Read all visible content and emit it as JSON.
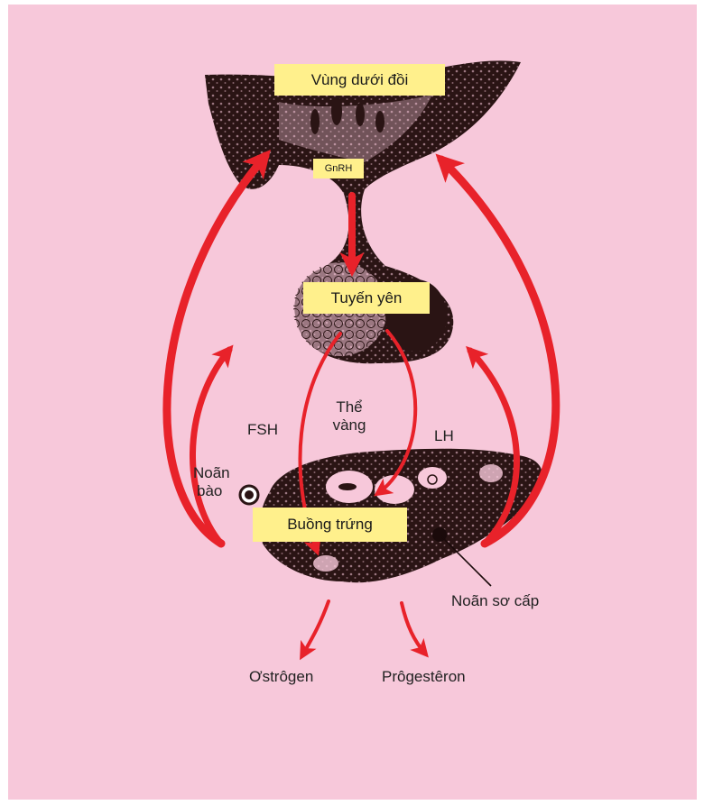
{
  "colors": {
    "background": "#f7c8da",
    "label_box": "#fff08c",
    "arrow": "#e8222a",
    "tissue": "#2a1414"
  },
  "boxes": {
    "hypothalamus": "Vùng dưới đồi",
    "gnrh": "GnRH",
    "pituitary": "Tuyến yên",
    "ovary": "Buồng trứng"
  },
  "labels": {
    "fsh": "FSH",
    "lh": "LH",
    "corpus_luteum_line1": "Thể",
    "corpus_luteum_line2": "vàng",
    "follicle_line1": "Noãn",
    "follicle_line2": "bào",
    "primary_oocyte": "Noãn sơ cấp",
    "estrogen": "Ơstrôgen",
    "progesterone": "Prôgestêron"
  }
}
